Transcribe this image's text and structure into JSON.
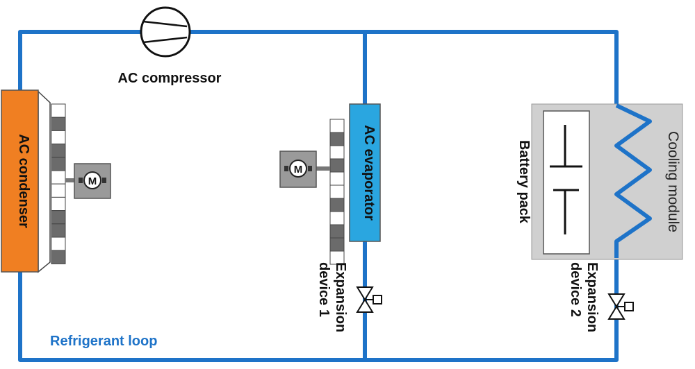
{
  "labels": {
    "compressor": "AC compressor",
    "condenser": "AC condenser",
    "evaporator": "AC evaporator",
    "expansion_1_line1": "Expansion",
    "expansion_1_line2": "device 1",
    "expansion_2_line1": "Expansion",
    "expansion_2_line2": "device 2",
    "battery_pack": "Battery pack",
    "cooling_module": "Cooling module",
    "refrigerant_loop": "Refrigerant loop",
    "motor_1": "M",
    "motor_2": "M"
  },
  "colors": {
    "pipe": "#1e73c8",
    "condenser": "#f07f22",
    "evaporator": "#2aa6e0",
    "module_bg": "#d0d0d0",
    "motor_bg": "#9a9a9a",
    "fin_dark": "#6b6b6b",
    "loop_label": "#1e73c8"
  },
  "icons": [
    "compressor-icon",
    "fan-motor-icon",
    "expansion-valve-icon",
    "battery-symbol-icon",
    "coil-icon"
  ]
}
